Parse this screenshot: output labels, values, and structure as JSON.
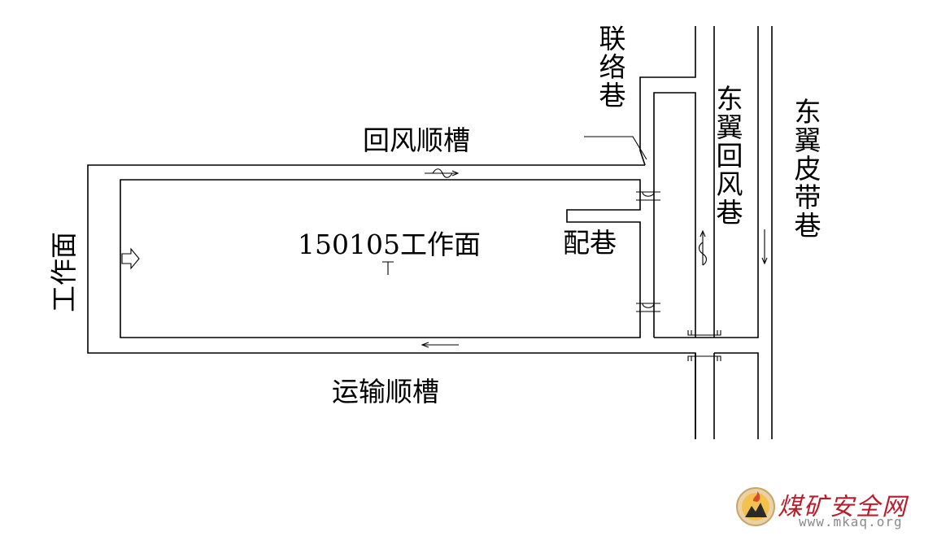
{
  "labels": {
    "work_face_side": "工作面",
    "work_face_center": "150105工作面",
    "return_airway": "回风顺槽",
    "transport_airway": "运输顺槽",
    "connecting_roadway": "联络巷",
    "distribution_roadway": "配巷",
    "east_wing_return": "东翼回风巷",
    "east_wing_belt": "东翼皮带巷"
  },
  "watermark": {
    "text": "煤矿安全网",
    "url": "www.mkaq.org",
    "logo_icon": "mountain-flame-logo-icon",
    "brand_color": "#b81d2a"
  }
}
